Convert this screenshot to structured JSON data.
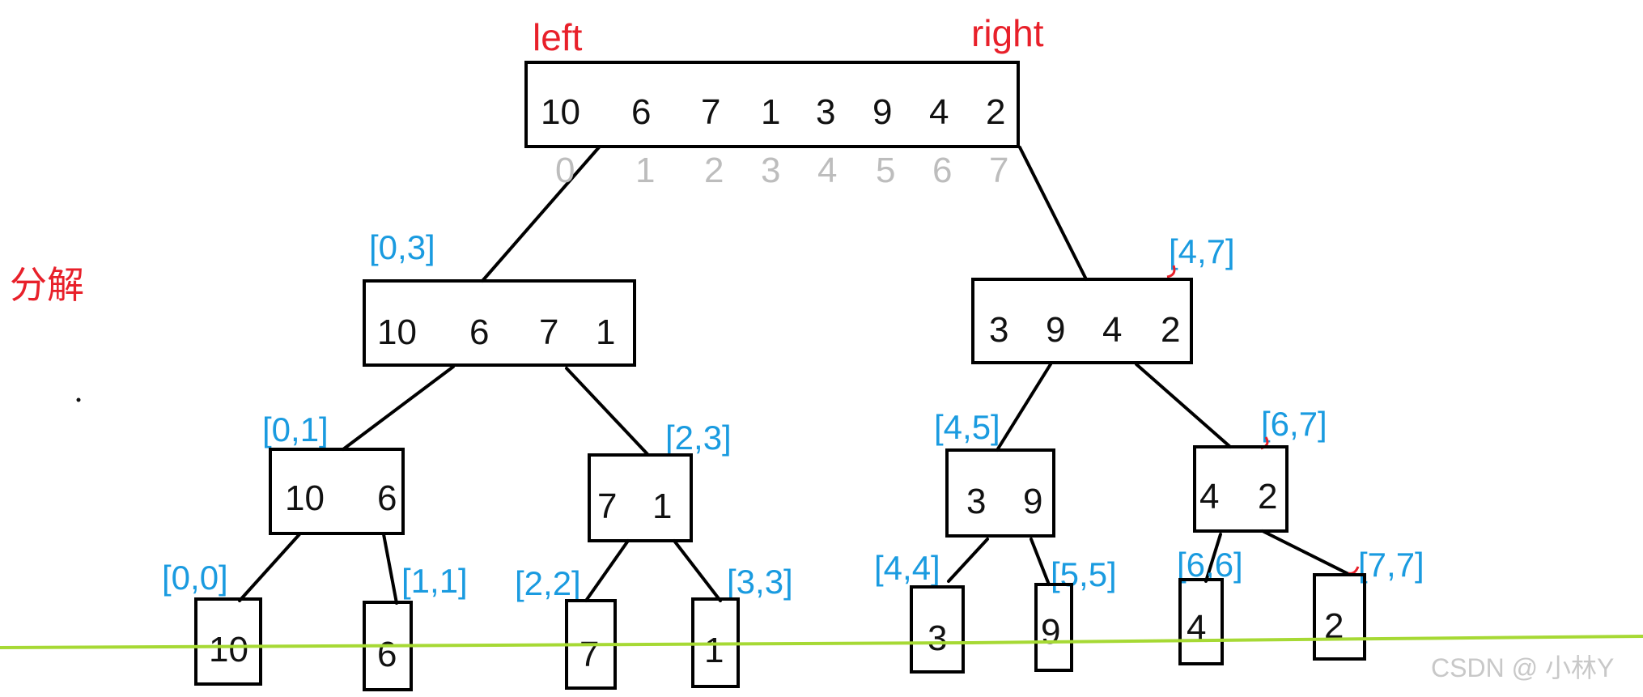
{
  "colors": {
    "ink": "#111111",
    "red": "#e8202a",
    "blue": "#1a9be0",
    "index_gray": "#bdbdbd",
    "green_line": "#a6d934",
    "watermark": "#c8c8c8"
  },
  "pointers": {
    "left": "left",
    "right": "right"
  },
  "phase_label": "分解",
  "root": {
    "values": [
      "10",
      "6",
      "7",
      "1",
      "3",
      "9",
      "4",
      "2"
    ],
    "indices": [
      "0",
      "1",
      "2",
      "3",
      "4",
      "5",
      "6",
      "7"
    ]
  },
  "level1": [
    {
      "range": "[0,3]",
      "values": [
        "10",
        "6",
        "7",
        "1"
      ]
    },
    {
      "range": "[4,7]",
      "values": [
        "3",
        "9",
        "4",
        "2"
      ]
    }
  ],
  "level2": [
    {
      "range": "[0,1]",
      "values": [
        "10",
        "6"
      ]
    },
    {
      "range": "[2,3]",
      "values": [
        "7",
        "1"
      ]
    },
    {
      "range": "[4,5]",
      "values": [
        "3",
        "9"
      ]
    },
    {
      "range": "[6,7]",
      "values": [
        "4",
        "2"
      ]
    }
  ],
  "level3": [
    {
      "range": "[0,0]",
      "value": "10"
    },
    {
      "range": "[1,1]",
      "value": "6"
    },
    {
      "range": "[2,2]",
      "value": "7"
    },
    {
      "range": "[3,3]",
      "value": "1"
    },
    {
      "range": "[4,4]",
      "value": "3"
    },
    {
      "range": "[5,5]",
      "value": "9"
    },
    {
      "range": "[6,6]",
      "value": "4"
    },
    {
      "range": "[7,7]",
      "value": "2"
    }
  ],
  "watermark": "CSDN @ 小林Y"
}
